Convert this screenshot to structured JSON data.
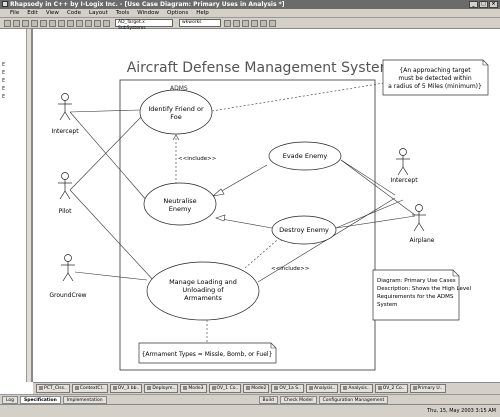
{
  "window": {
    "title": "Rhapsody in C++ by I-Logix Inc. - [Use Case Diagram: Primary Uses in Analysis *]"
  },
  "menu": [
    "File",
    "Edit",
    "View",
    "Code",
    "Layout",
    "Tools",
    "Window",
    "Options",
    "Help"
  ],
  "toolbar": {
    "combo1": "AD_Target.x SubSystems",
    "combo2": "wkworks"
  },
  "tree": [
    "E",
    "E",
    "E",
    "E",
    "E"
  ],
  "diagram": {
    "title": "Aircraft Defense Management System",
    "system_label": "ADMS",
    "actors": {
      "intercept_left": "Intercept",
      "pilot": "Pilot",
      "groundcrew": "GroundCrew",
      "intercept_right": "Intercept",
      "airplane": "Airplane"
    },
    "usecases": {
      "identify": [
        "Identify Friend or",
        "Foe"
      ],
      "neutralise": [
        "Neutralise",
        "Enemy"
      ],
      "evade": [
        "Evade Enemy"
      ],
      "destroy": [
        "Destroy Enemy"
      ],
      "loading": [
        "Manage Loading and",
        "Unloading of",
        "Armaments"
      ]
    },
    "include_label_1": "<<include>>",
    "include_label_2": "<<include>>",
    "note_target": [
      "{An approaching target",
      "must be detected within",
      "a radius of 5 Miles (minimum)}"
    ],
    "note_description": [
      "Diagram: Primary Use Cases",
      "Description: Shows the High Level",
      "Requirements for the ADMS",
      "System"
    ],
    "note_armament": "{Armament Types = Missle, Bomb, or Fuel}"
  },
  "doc_tabs": [
    "PCT_Clss..",
    "ContextCl..",
    "OV_3 bb..",
    "Deploym..",
    "Mode3",
    "OV_1 Co..",
    "Mode2",
    "OV_1a S..",
    "Analysis..",
    "Analysis..",
    "OV_2 Co..",
    "Primary U.."
  ],
  "bottom_tabs": [
    "Log",
    "Specification",
    "Implementation",
    "Build",
    "Check Model",
    "Configuration Management"
  ],
  "status": {
    "datetime": "Thu, 15, May 2003   3:15 AM"
  }
}
